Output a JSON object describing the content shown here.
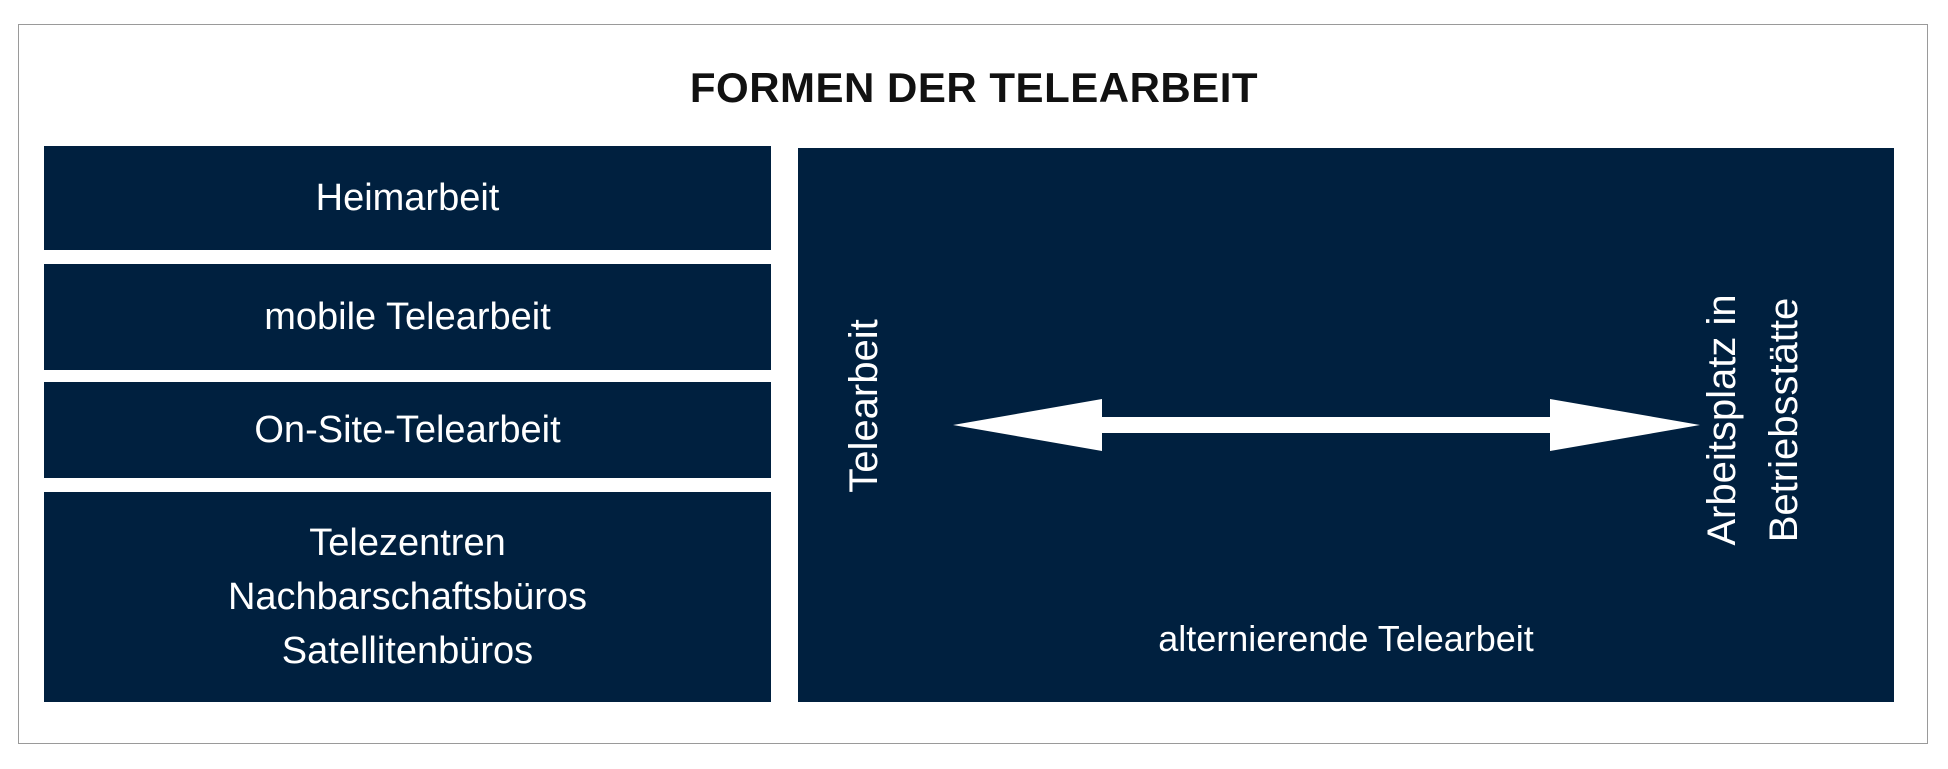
{
  "title": "FORMEN DER TELEARBEIT",
  "left_boxes": [
    {
      "lines": [
        "Heimarbeit"
      ]
    },
    {
      "lines": [
        "mobile Telearbeit"
      ]
    },
    {
      "lines": [
        "On-Site-Telearbeit"
      ]
    },
    {
      "lines": [
        "Telezentren",
        "Nachbarschaftsbüros",
        "Satellitenbüros"
      ]
    }
  ],
  "panel": {
    "left_label": "Telearbeit",
    "right_label_lines": [
      "Arbeitsplatz in",
      "Betriebsstätte"
    ],
    "bottom_label": "alternierende Telearbeit",
    "arrow": "double-headed-arrow"
  },
  "colors": {
    "box_fill": "#00203f",
    "text_on_box": "#ffffff",
    "title_text": "#111111",
    "frame_border": "#9a9a9a"
  }
}
